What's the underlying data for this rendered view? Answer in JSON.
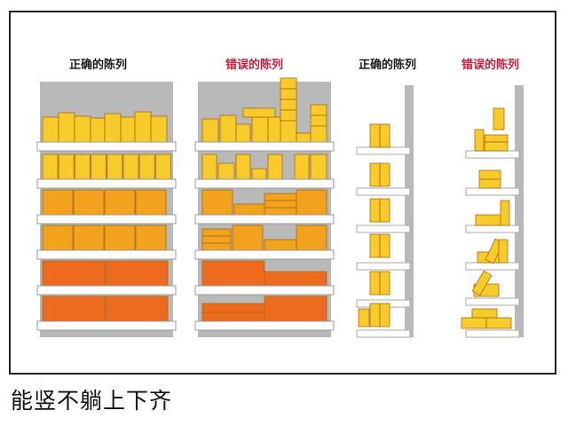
{
  "labels": {
    "correct_1": "正确的陈列",
    "wrong_1": "错误的陈列",
    "correct_2": "正确的陈列",
    "wrong_2": "错误的陈列"
  },
  "caption": "能竖不躺上下齐",
  "colors": {
    "yellow": "#f7cc2a",
    "orange": "#f2a21c",
    "red_orange": "#ee6a1f",
    "shelf_back": "#b9b9b9",
    "shelf_board": "#ffffff",
    "outline": "#a86a10",
    "wrong_label": "#d0183a"
  }
}
